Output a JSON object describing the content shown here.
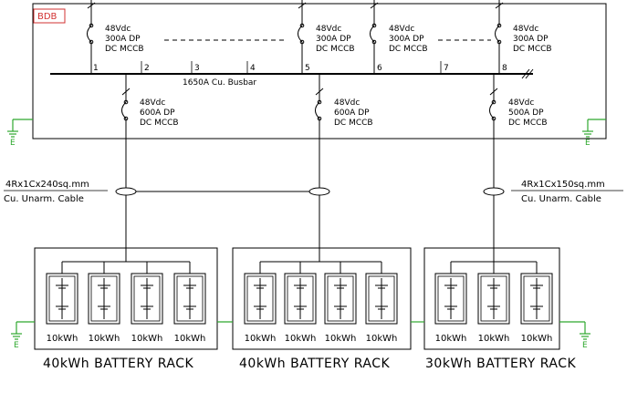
{
  "bdb": {
    "label": "BDB",
    "accent": "#d23030",
    "busbar_label": "1650A Cu. Busbar",
    "bus_positions": [
      "1",
      "2",
      "3",
      "4",
      "5",
      "6",
      "7",
      "8"
    ]
  },
  "incomers": [
    {
      "voltage": "48Vdc",
      "rating": "300A DP",
      "type": "DC MCCB"
    },
    {
      "voltage": "48Vdc",
      "rating": "300A DP",
      "type": "DC MCCB"
    },
    {
      "voltage": "48Vdc",
      "rating": "300A DP",
      "type": "DC MCCB"
    },
    {
      "voltage": "48Vdc",
      "rating": "300A DP",
      "type": "DC MCCB"
    }
  ],
  "outgoing": [
    {
      "voltage": "48Vdc",
      "rating": "600A DP",
      "type": "DC MCCB"
    },
    {
      "voltage": "48Vdc",
      "rating": "600A DP",
      "type": "DC MCCB"
    },
    {
      "voltage": "48Vdc",
      "rating": "500A DP",
      "type": "DC MCCB"
    }
  ],
  "cables": {
    "left": {
      "line1": "4Rx1Cx240sq.mm",
      "line2": "Cu. Unarm. Cable"
    },
    "right": {
      "line1": "4Rx1Cx150sq.mm",
      "line2": "Cu. Unarm. Cable"
    }
  },
  "earth_label": "E",
  "earth_color": "#2ea82e",
  "racks": [
    {
      "title": "40kWh BATTERY RACK",
      "modules": [
        "10kWh",
        "10kWh",
        "10kWh",
        "10kWh"
      ]
    },
    {
      "title": "40kWh BATTERY RACK",
      "modules": [
        "10kWh",
        "10kWh",
        "10kWh",
        "10kWh"
      ]
    },
    {
      "title": "30kWh BATTERY RACK",
      "modules": [
        "10kWh",
        "10kWh",
        "10kWh"
      ]
    }
  ]
}
